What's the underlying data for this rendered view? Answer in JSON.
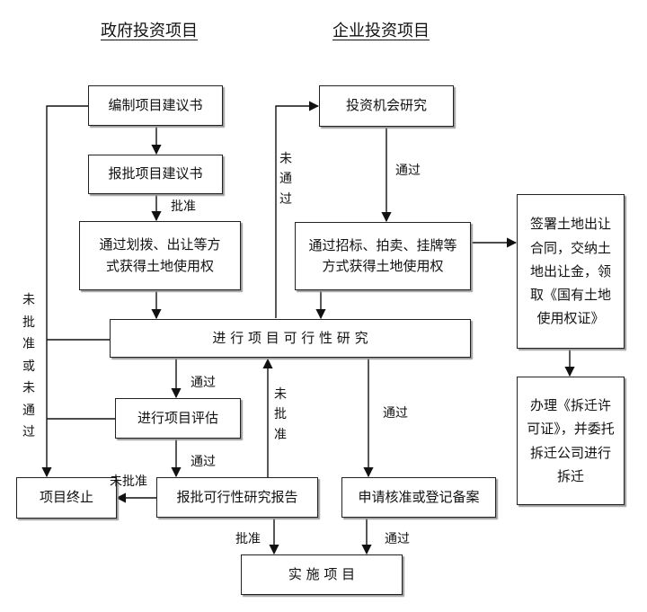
{
  "titles": {
    "government": "政府投资项目",
    "enterprise": "企业投资项目"
  },
  "boxes": {
    "compile_proposal": "编制项目建议书",
    "report_proposal": "报批项目建议书",
    "gov_land_line1": "通过划拨、出让等方",
    "gov_land_line2": "式获得土地使用权",
    "feasibility_study": "进 行 项 目 可 行 性 研 究",
    "project_evaluation": "进行项目评估",
    "project_termination": "项目终止",
    "report_feasibility": "报批可行性研究报告",
    "implement_project": "实 施 项 目",
    "investment_research": "投资机会研究",
    "ent_land_line1": "通过招标、拍卖、挂牌等",
    "ent_land_line2": "方式获得土地使用权",
    "apply_approval": "申请核准或登记备案",
    "sign_contract_lines": [
      "签署土地出让",
      "合同，交纳土",
      "地出让金，领",
      "取《国有土地",
      "使用权证》"
    ],
    "demolition_lines": [
      "办理《拆迁许",
      "可证》，并委托",
      "拆迁公司进行",
      "拆迁"
    ]
  },
  "labels": {
    "approved": "批准",
    "passed": "通过",
    "not_approved": "未批准",
    "not_passed_vertical": [
      "未",
      "通",
      "过"
    ],
    "not_approved_vertical": [
      "未",
      "批",
      "准"
    ],
    "not_approved_or_passed_vertical": [
      "未",
      "批",
      "准",
      "或",
      "未",
      "通",
      "过"
    ]
  }
}
